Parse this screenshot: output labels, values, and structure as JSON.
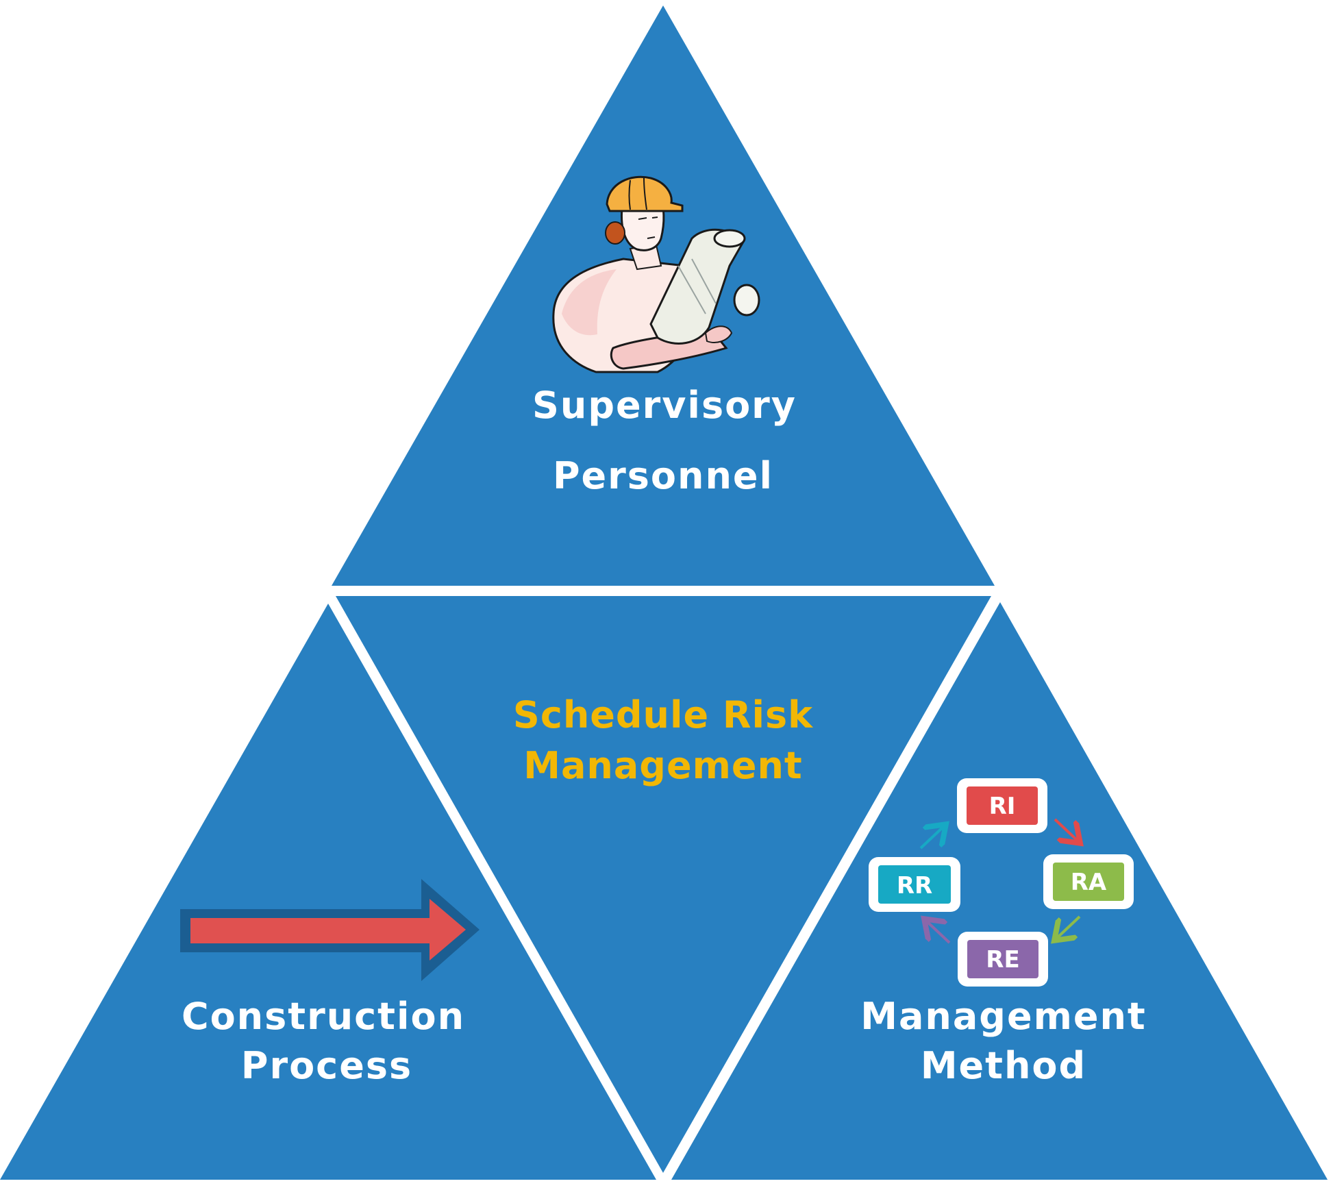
{
  "colors": {
    "triangle_fill": "#2880C1",
    "background": "#FFFFFF",
    "center_title": "#F2B705",
    "label_text": "#FFFFFF",
    "arrow_fill": "#E05150",
    "arrow_border": "#1B5E92",
    "ri": "#E14B4B",
    "ra": "#8DBB4A",
    "re": "#8B67AA",
    "rr": "#17A9C4"
  },
  "top": {
    "line1": "Supervisory",
    "line2": "Personnel",
    "icon": "engineer-reading-blueprint-icon"
  },
  "center": {
    "line1": "Schedule Risk",
    "line2": "Management"
  },
  "left": {
    "line1": "Construction",
    "line2": "Process",
    "icon": "right-arrow-icon"
  },
  "right": {
    "line1": "Management",
    "line2": "Method",
    "cycle": {
      "ri": "RI",
      "ra": "RA",
      "re": "RE",
      "rr": "RR"
    }
  }
}
